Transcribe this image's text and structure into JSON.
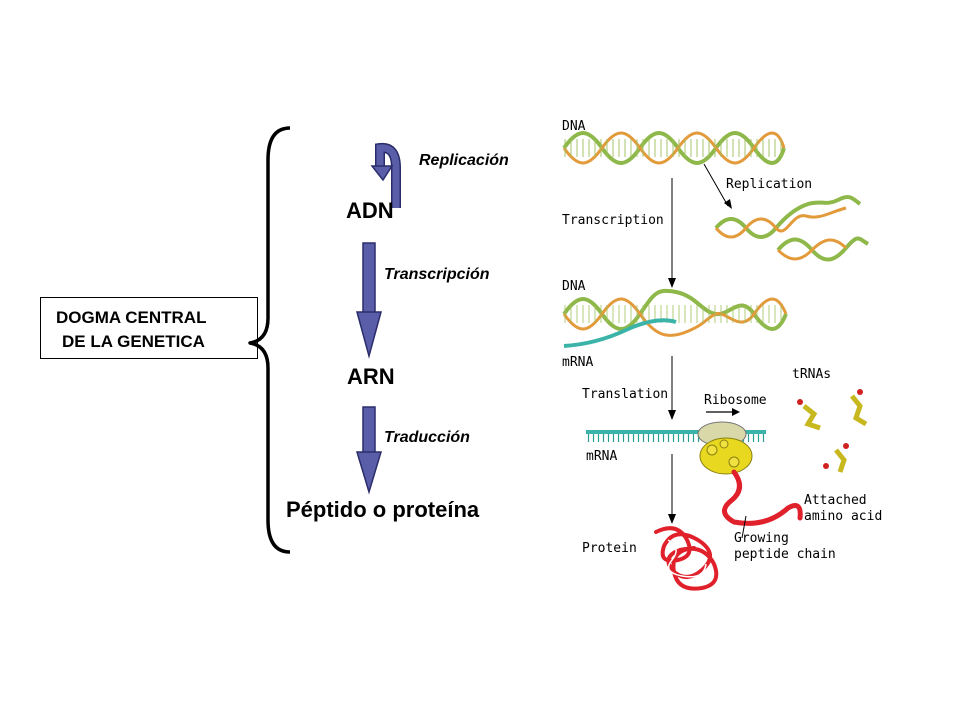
{
  "title": {
    "line1": "DOGMA CENTRAL",
    "line2": "DE LA GENETICA"
  },
  "molecules": {
    "dna": "ADN",
    "rna": "ARN",
    "protein": "Péptido o proteína"
  },
  "processes": {
    "replication": "Replicación",
    "transcription": "Transcripción",
    "translation": "Traducción"
  },
  "illustration": {
    "dna_top": "DNA",
    "replication": "Replication",
    "transcription": "Transcription",
    "dna_mid": "DNA",
    "mrna_1": "mRNA",
    "translation": "Translation",
    "ribosome": "Ribosome",
    "trnas": "tRNAs",
    "mrna_2": "mRNA",
    "attached_1": "Attached",
    "attached_2": "amino acid",
    "protein": "Protein",
    "growing_1": "Growing",
    "growing_2": "peptide chain"
  },
  "colors": {
    "arrow_fill": "#5a5ea8",
    "arrow_stroke": "#2b2d6b",
    "dna_green": "#8fb84a",
    "dna_orange": "#e39a3a",
    "mrna_teal": "#3bb3a8",
    "protein_red": "#e0202a",
    "ribosome_yellow": "#e8d820"
  },
  "icons": {
    "brace": "curly-brace",
    "process_arrow": "down-arrow",
    "loop_arrow": "curved-loop-arrow"
  }
}
